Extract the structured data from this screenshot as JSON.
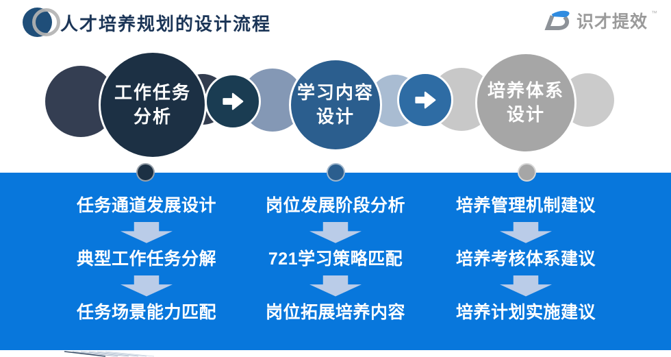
{
  "header": {
    "title": "人才培养规划的设计流程"
  },
  "brand": {
    "name": "识才提效",
    "trademark": "™"
  },
  "stages": [
    {
      "title_line1": "工作任务",
      "title_line2": "分析",
      "steps": [
        "任务通道发展设计",
        "典型工作任务分解",
        "任务场景能力匹配"
      ]
    },
    {
      "title_line1": "学习内容",
      "title_line2": "设计",
      "steps": [
        "岗位发展阶段分析",
        "721学习策略匹配",
        "岗位拓展培养内容"
      ]
    },
    {
      "title_line1": "培养体系",
      "title_line2": "设计",
      "steps": [
        "培养管理机制建议",
        "培养考核体系建议",
        "培养计划实施建议"
      ]
    }
  ],
  "colors": {
    "band_blue": "#0877DC",
    "stage1_main": "#1C3044",
    "stage2_main": "#2B5E8E",
    "stage3_main": "#A6A6A6",
    "arrow1_circle": "#1A3C52",
    "arrow2_circle": "#2E6CA4",
    "step_arrow": "#BACCE8",
    "title_text": "#1B3557",
    "title_logo_navy": "#1F4E79",
    "brand_blue": "#2F8BE0",
    "brand_gray": "#8D9298"
  },
  "icons": {
    "stage_arrow": "arrow-right-icon",
    "step_arrow": "arrow-down-icon",
    "brand_mark": "brand-d-icon",
    "title_mark": "overlapping-circles-icon"
  }
}
